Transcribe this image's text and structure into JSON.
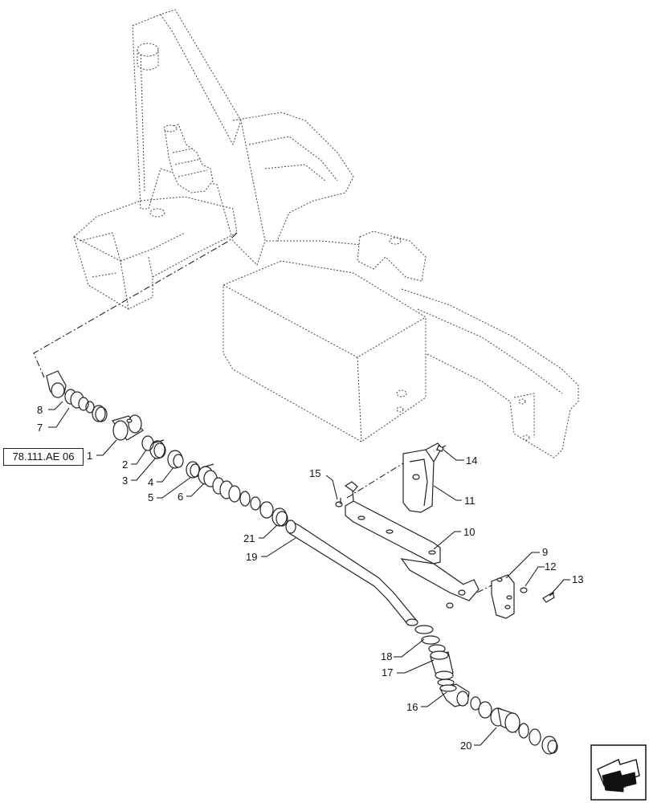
{
  "reference_link": "78.111.AE 06",
  "callouts": [
    "1",
    "2",
    "3",
    "4",
    "5",
    "6",
    "7",
    "8",
    "9",
    "10",
    "11",
    "12",
    "13",
    "14",
    "15",
    "16",
    "17",
    "18",
    "19",
    "20",
    "21"
  ],
  "nav_icon": "next-page-arrow-icon"
}
